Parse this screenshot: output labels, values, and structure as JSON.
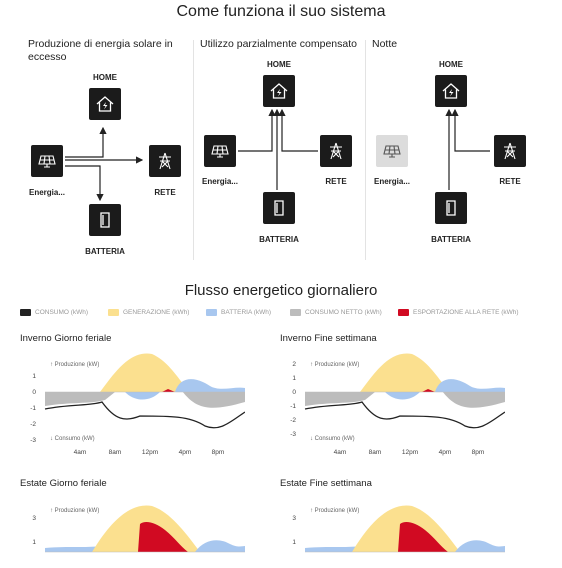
{
  "header": {
    "title": "Come funziona il suo sistema"
  },
  "panels": [
    {
      "title": "Produzione di energia solare in eccesso"
    },
    {
      "title": "Utilizzo parzialmente compensato"
    },
    {
      "title": "Notte"
    }
  ],
  "labels": {
    "home": "HOME",
    "solar": "Energia...",
    "grid": "RETE",
    "battery": "BATTERIA"
  },
  "flow": {
    "title": "Flusso energetico giornaliero"
  },
  "legend": [
    {
      "label": "CONSUMO (kWh)",
      "color": "#222222"
    },
    {
      "label": "GENERAZIONE (kWh)",
      "color": "#fbe08f"
    },
    {
      "label": "BATTERIA (kWh)",
      "color": "#a8c7ef"
    },
    {
      "label": "CONSUMO NETTO (kWh)",
      "color": "#bcbcbc"
    },
    {
      "label": "ESPORTAZIONE ALLA RETE (kWh)",
      "color": "#d10a22"
    }
  ],
  "axis": {
    "prod": "↑ Produzione (kW)",
    "cons": "↓ Consumo (kW)"
  },
  "chart_data": [
    {
      "type": "area",
      "title": "Inverno Giorno feriale",
      "x_ticks": [
        "4am",
        "8am",
        "12pm",
        "4pm",
        "8pm"
      ],
      "y_ticks": [
        "1",
        "0",
        "-1",
        "-2",
        "-3"
      ]
    },
    {
      "type": "area",
      "title": "Inverno Fine settimana",
      "x_ticks": [
        "4am",
        "8am",
        "12pm",
        "4pm",
        "8pm"
      ],
      "y_ticks": [
        "2",
        "1",
        "0",
        "-1",
        "-2",
        "-3"
      ]
    },
    {
      "type": "area",
      "title": "Estate Giorno feriale",
      "x_ticks": [],
      "y_ticks": [
        "3",
        "1"
      ]
    },
    {
      "type": "area",
      "title": "Estate Fine settimana",
      "x_ticks": [],
      "y_ticks": [
        "3",
        "1"
      ]
    }
  ]
}
